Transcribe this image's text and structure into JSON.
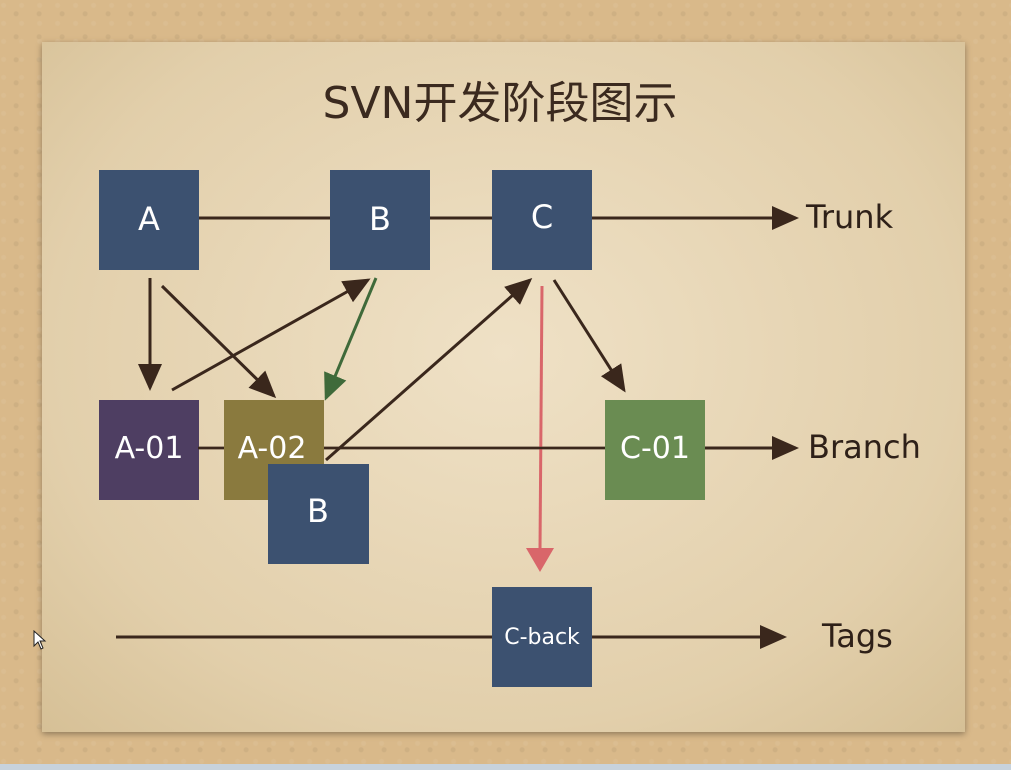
{
  "title": "SVN开发阶段图示",
  "lanes": {
    "trunk": "Trunk",
    "branch": "Branch",
    "tags": "Tags"
  },
  "nodes": {
    "a": "A",
    "b_trunk": "B",
    "c": "C",
    "a01": "A-01",
    "a02": "A-02",
    "b_branch": "B",
    "c01": "C-01",
    "c_back": "C-back"
  },
  "colors": {
    "trunk_node": "#3c5170",
    "a01": "#4e3e62",
    "a02": "#8a7a3e",
    "c01": "#6a8c52",
    "arrow": "#3a271c",
    "merge_arrow": "#3f6a3a",
    "tag_arrow": "#d9666a"
  }
}
